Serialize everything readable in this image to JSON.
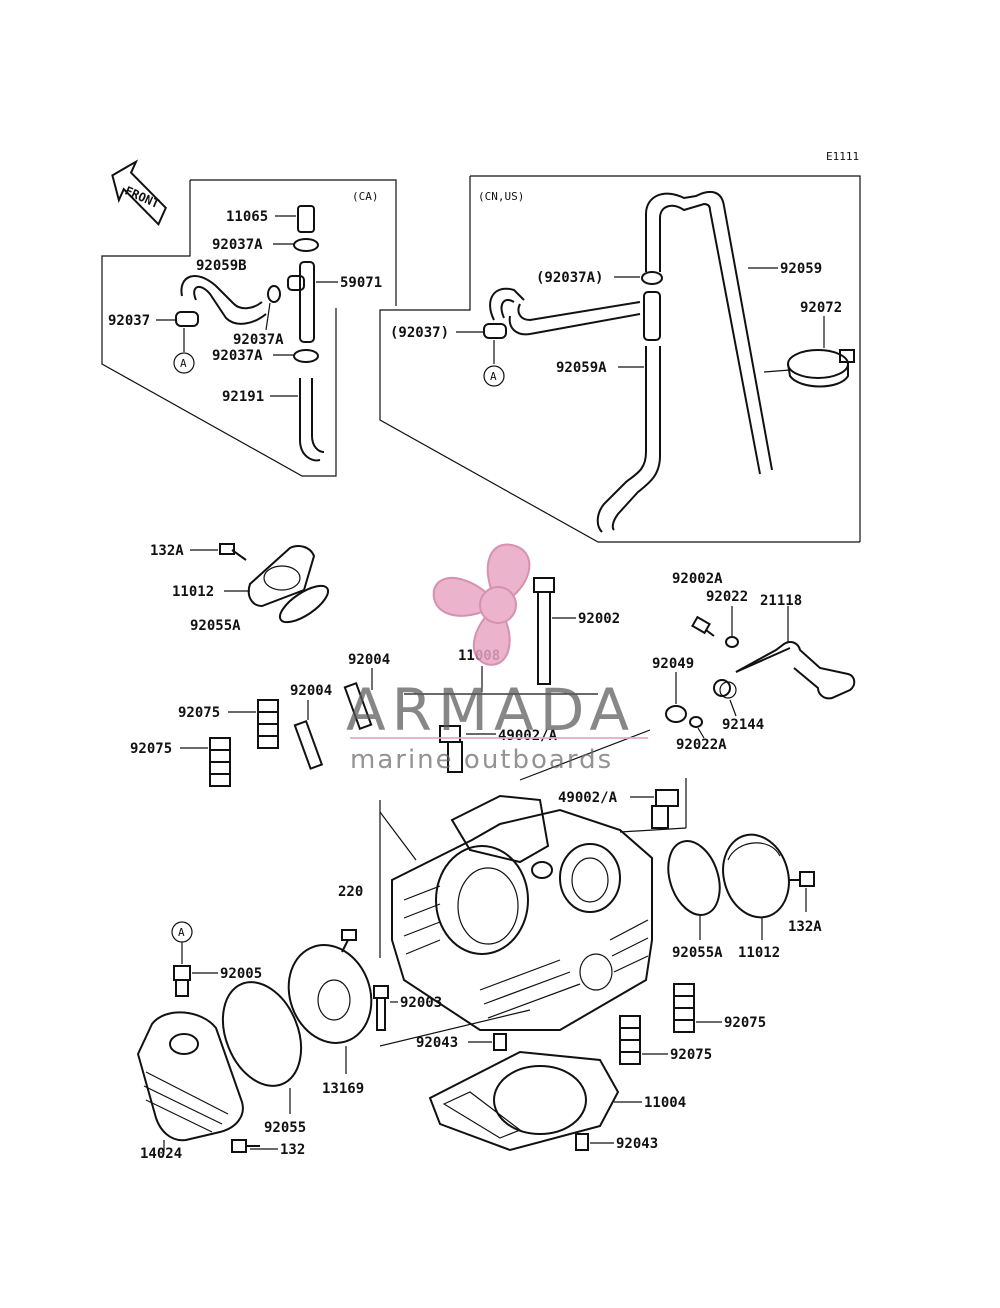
{
  "diagram_code": "E1111",
  "front_label": "FRONT",
  "watermark": {
    "brand": "ARMADA",
    "tagline": "marine outboards",
    "colors": {
      "propeller": "#e8a6c4",
      "text": "#5a5a5a",
      "rule": "#e8a6c4"
    }
  },
  "regions": {
    "ca": "(CA)",
    "cn_us": "(CN,US)"
  },
  "callout_a": "A",
  "labels": {
    "p11065": "11065",
    "p92037A_1": "92037A",
    "p92059B": "92059B",
    "p92037": "92037",
    "p92037A_2": "92037A",
    "p59071": "59071",
    "p92037A_3": "92037A",
    "p92191": "92191",
    "p92037A_p": "(92037A)",
    "p92037_p": "(92037)",
    "p92059A": "92059A",
    "p92059": "92059",
    "p92072": "92072",
    "p132A_1": "132A",
    "p11012_1": "11012",
    "p92055A_1": "92055A",
    "p92002": "92002",
    "p92002A": "92002A",
    "p92022": "92022",
    "p21118": "21118",
    "p92004_1": "92004",
    "p11008": "11008",
    "p92049": "92049",
    "p92144": "92144",
    "p92022A": "92022A",
    "p92004_2": "92004",
    "p49002A_1": "49002/A",
    "p49002A_2": "49002/A",
    "p92075_1": "92075",
    "p92075_2": "92075",
    "p220": "220",
    "p92005": "92005",
    "p92003": "92003",
    "p92043_1": "92043",
    "p92055A_2": "92055A",
    "p11012_2": "11012",
    "p132A_2": "132A",
    "p92075_3": "92075",
    "p92075_4": "92075",
    "p11004": "11004",
    "p92043_2": "92043",
    "p13169": "13169",
    "p92055": "92055",
    "p14024": "14024",
    "p132": "132"
  }
}
